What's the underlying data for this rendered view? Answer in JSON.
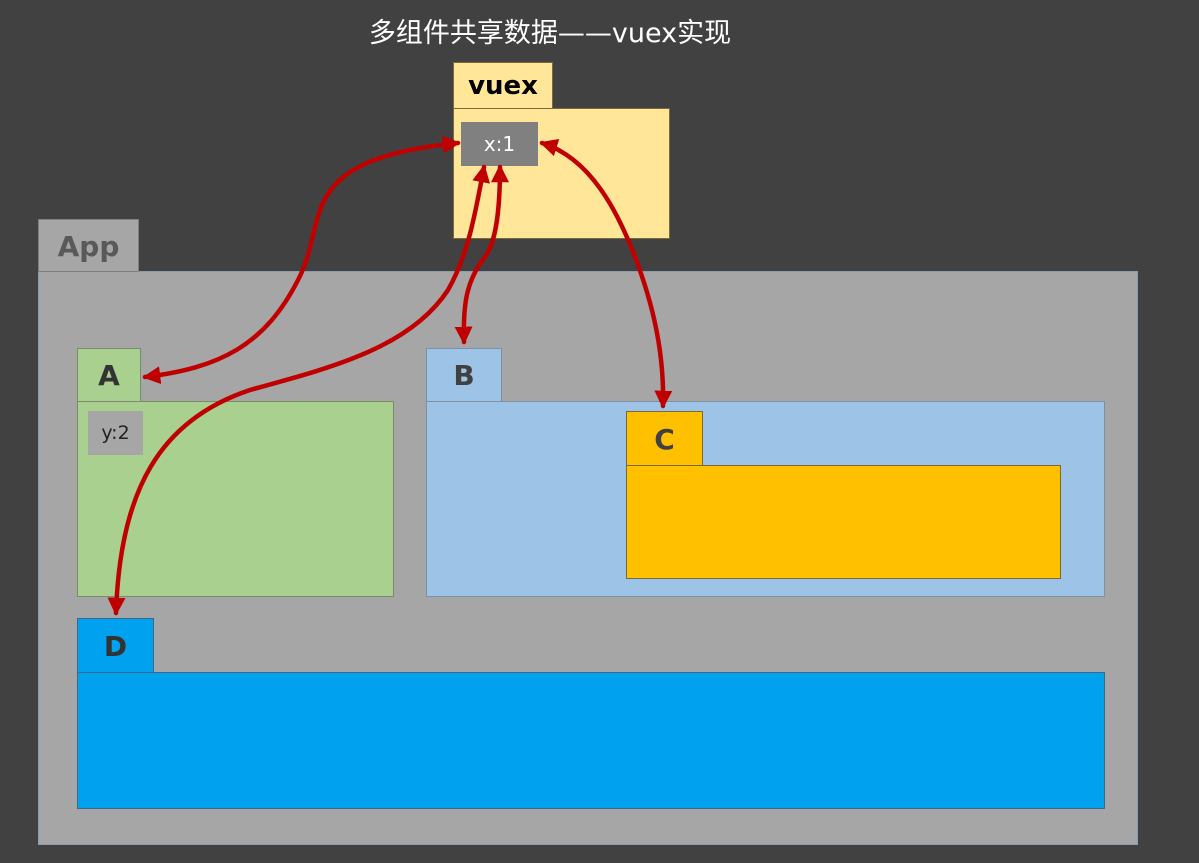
{
  "title": "多组件共享数据——vuex实现",
  "vuex": {
    "label": "vuex",
    "state": "x:1"
  },
  "app": {
    "label": "App"
  },
  "components": {
    "a": {
      "label": "A",
      "state": "y:2"
    },
    "b": {
      "label": "B"
    },
    "c": {
      "label": "C"
    },
    "d": {
      "label": "D"
    }
  },
  "colors": {
    "background": "#414141",
    "vuex": "#ffe699",
    "app": "#a6a6a6",
    "a": "#a9d08e",
    "b": "#9dc3e6",
    "c": "#ffc000",
    "d": "#00a2f0",
    "arrow": "#c00000"
  }
}
